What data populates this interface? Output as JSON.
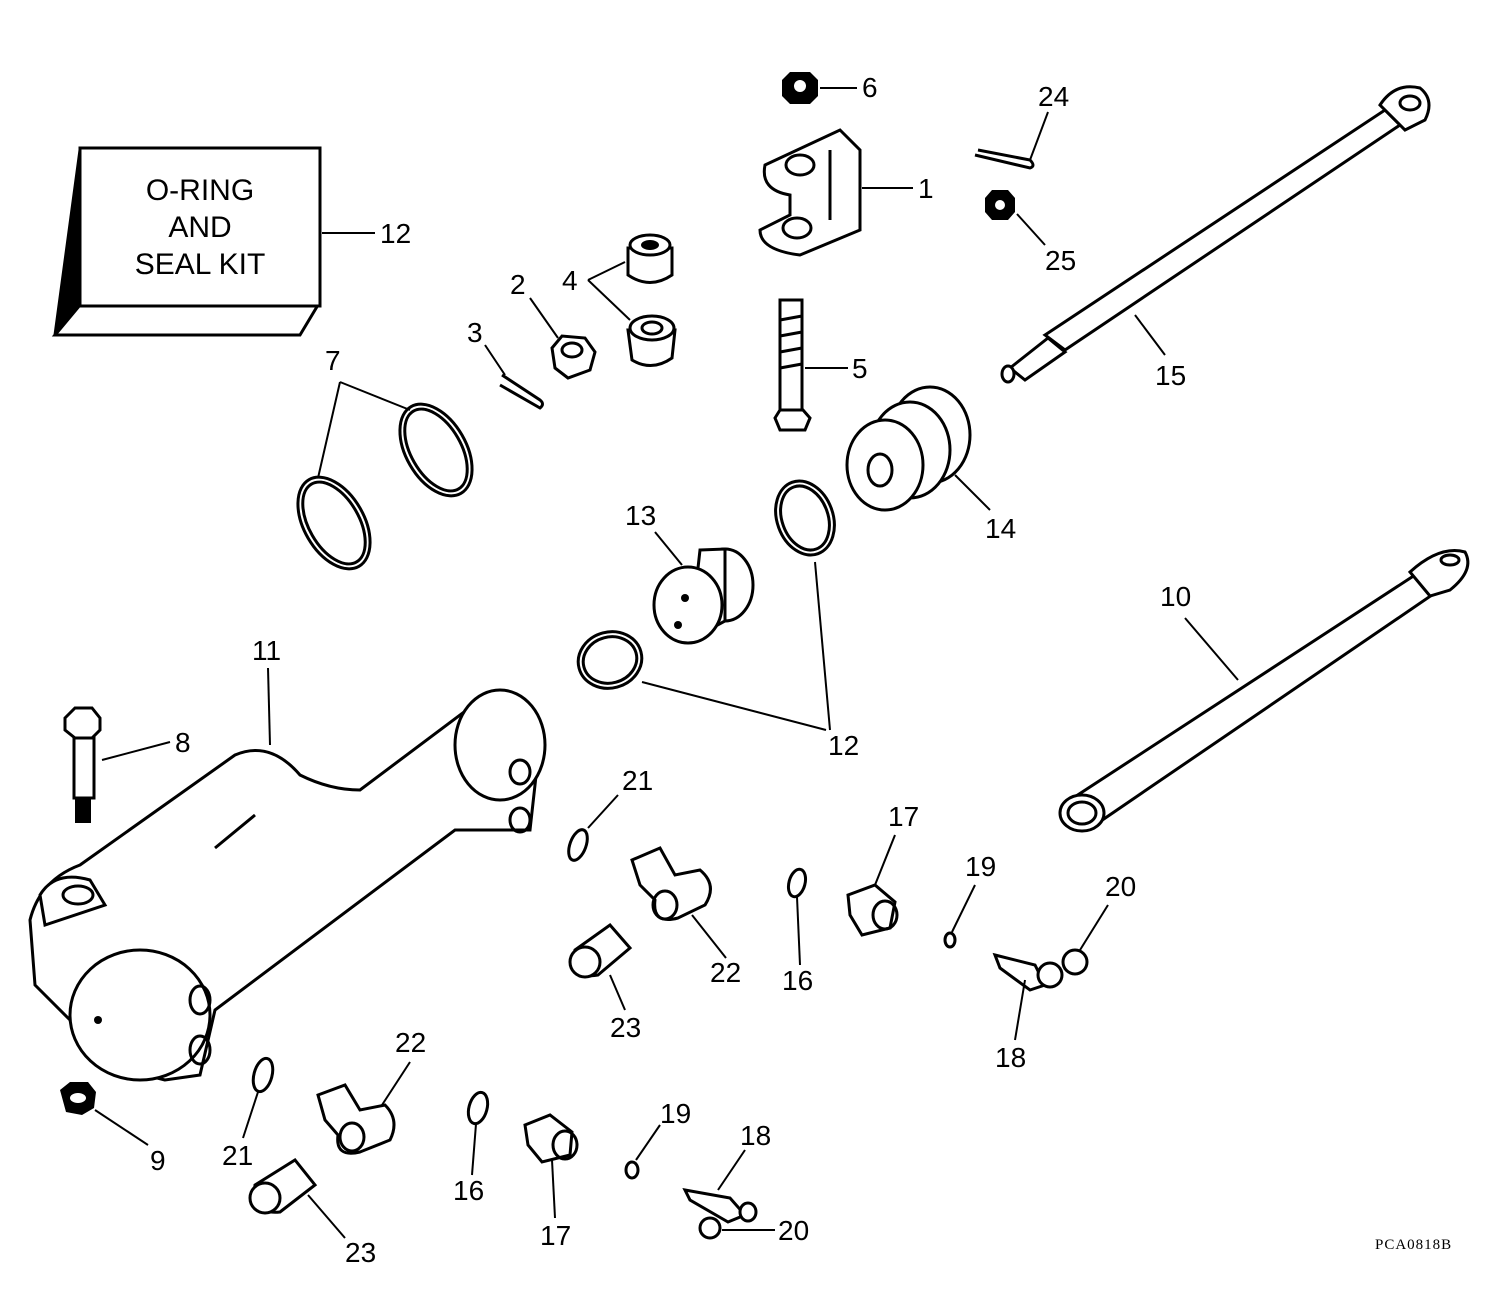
{
  "kit_box": {
    "line1": "O-RING",
    "line2": "AND",
    "line3": "SEAL KIT"
  },
  "drawing_code": "PCA0818B",
  "callouts": {
    "c1": "1",
    "c2": "2",
    "c3": "3",
    "c4": "4",
    "c5": "5",
    "c6": "6",
    "c7": "7",
    "c8": "8",
    "c9": "9",
    "c10": "10",
    "c11": "11",
    "c12_box": "12",
    "c12_seals": "12",
    "c13": "13",
    "c14": "14",
    "c15": "15",
    "c16_upper": "16",
    "c16_lower": "16",
    "c17_upper": "17",
    "c17_lower": "17",
    "c18_upper": "18",
    "c18_lower": "18",
    "c19_upper": "19",
    "c19_lower": "19",
    "c20_upper": "20",
    "c20_lower": "20",
    "c21_upper": "21",
    "c21_lower": "21",
    "c22_upper": "22",
    "c22_lower": "22",
    "c23_upper": "23",
    "c23_lower": "23",
    "c24": "24",
    "c25": "25"
  }
}
